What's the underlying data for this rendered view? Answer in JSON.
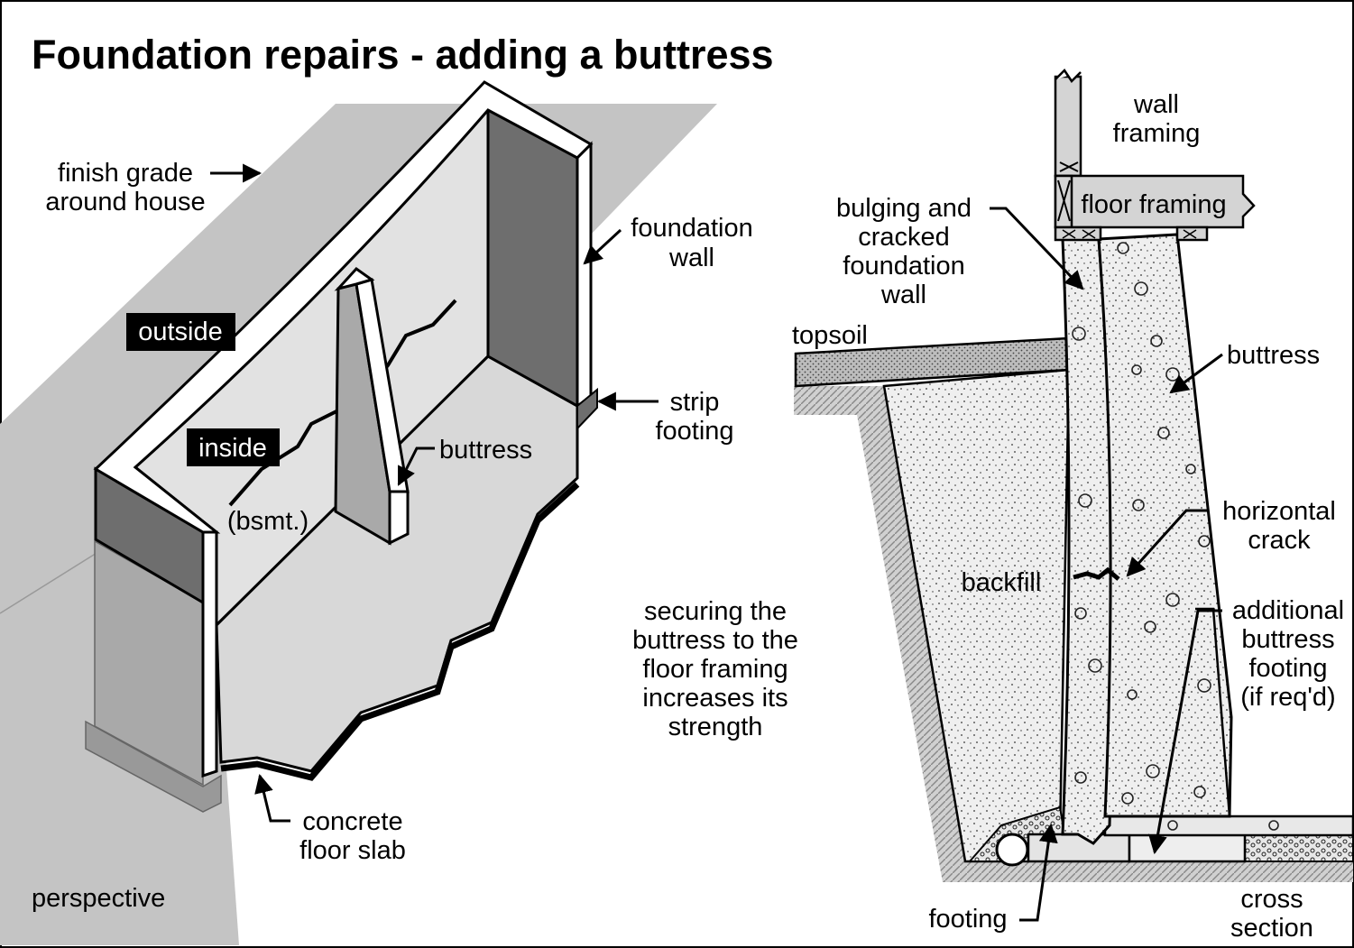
{
  "title": "Foundation repairs - adding a buttress",
  "perspective": {
    "finish_grade": [
      "finish grade",
      "around house"
    ],
    "foundation_wall": [
      "foundation",
      "wall"
    ],
    "outside_tag": "outside",
    "inside_tag": "inside",
    "bsmt": "(bsmt.)",
    "buttress": "buttress",
    "strip_footing": [
      "strip",
      "footing"
    ],
    "concrete_slab": [
      "concrete",
      "floor slab"
    ],
    "view_caption": "perspective"
  },
  "note": [
    "securing the",
    "buttress to the",
    "floor framing",
    "increases its",
    "strength"
  ],
  "cross_section": {
    "wall_framing": [
      "wall",
      "framing"
    ],
    "floor_framing": "floor framing",
    "bulging": [
      "bulging and",
      "cracked",
      "foundation",
      "wall"
    ],
    "topsoil": "topsoil",
    "buttress": "buttress",
    "horizontal_crack": [
      "horizontal",
      "crack"
    ],
    "backfill": "backfill",
    "additional_footing": [
      "additional",
      "buttress",
      "footing",
      "(if req'd)"
    ],
    "footing": "footing",
    "view_caption": [
      "cross",
      "section"
    ]
  },
  "colors": {
    "ground": "#c4c4c4",
    "wall_dark": "#6e6e6e",
    "wall_mid": "#a9a9a9",
    "wall_light": "#e2e2e2",
    "slab": "#d8d8d8",
    "topsoil": "#b9b9b9",
    "concrete": "#eeeeee"
  }
}
